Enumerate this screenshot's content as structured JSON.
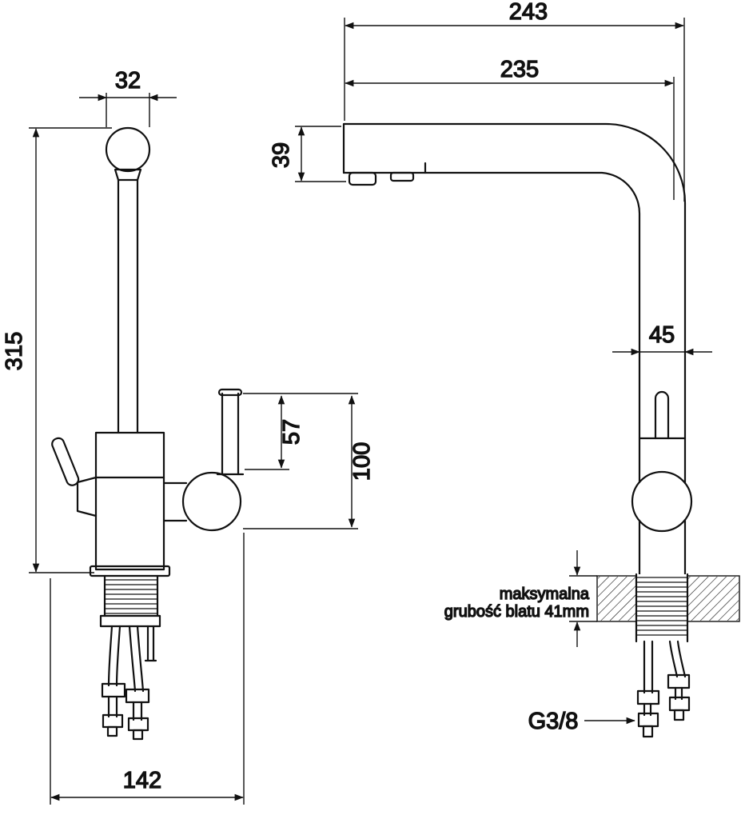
{
  "title": "faucet-technical-dimension-drawing",
  "dimensions": {
    "d243": "243",
    "d235": "235",
    "d39": "39",
    "d45": "45",
    "d32": "32",
    "d315": "315",
    "d57": "57",
    "d100": "100",
    "d142": "142"
  },
  "annotations": {
    "counter_note_line1": "maksymalna",
    "counter_note_line2": "grubość blatu 41mm",
    "thread_label": "G3/8"
  },
  "colors": {
    "line": "#111111",
    "background": "#ffffff"
  }
}
